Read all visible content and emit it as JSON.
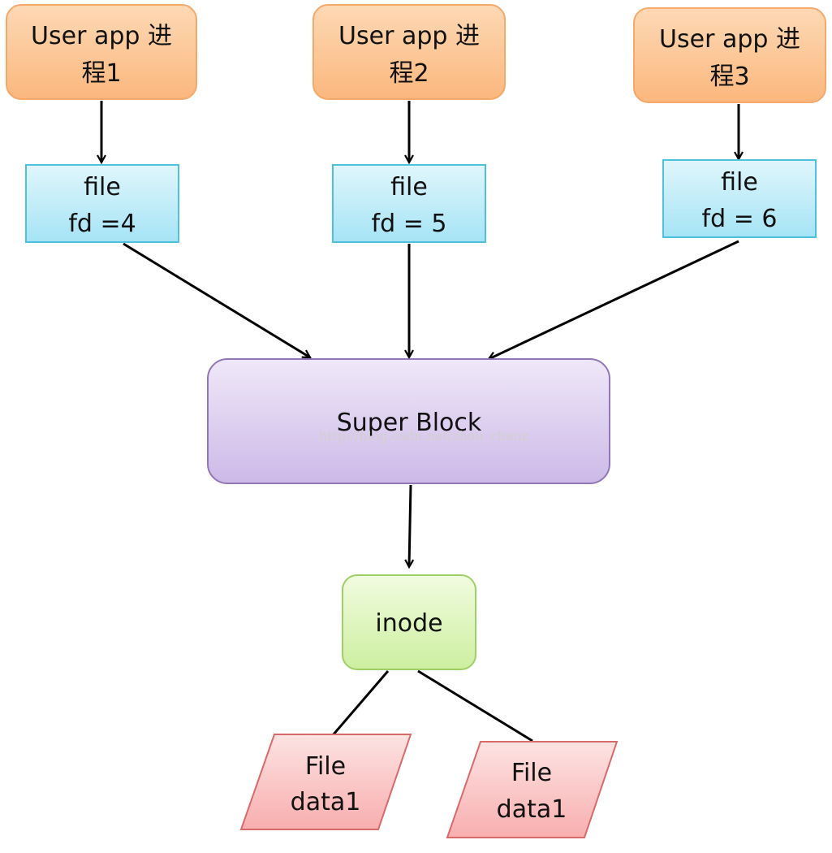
{
  "process_nodes": [
    {
      "line1": "User app 进",
      "line2": "程1"
    },
    {
      "line1": "User app 进",
      "line2": "程2"
    },
    {
      "line1": "User app 进",
      "line2": "程3"
    }
  ],
  "file_nodes": [
    {
      "line1": "file",
      "line2": "fd =4"
    },
    {
      "line1": "file",
      "line2": "fd = 5"
    },
    {
      "line1": "file",
      "line2": "fd = 6"
    }
  ],
  "superblock": {
    "label": "Super Block"
  },
  "watermark": "http://blog.csdn.net/zhou_chenz",
  "inode": {
    "label": "inode"
  },
  "data_nodes": [
    {
      "line1": "File",
      "line2": "data1"
    },
    {
      "line1": "File",
      "line2": "data1"
    }
  ],
  "colors": {
    "process_fill": "#FBC08D",
    "process_stroke": "#F4A96A",
    "file_fill": "#B7EBF7",
    "file_stroke": "#4FC0DE",
    "superblock_fill": "#DBCDEF",
    "superblock_stroke": "#9177B8",
    "inode_fill": "#DDF5B8",
    "inode_stroke": "#9ED165",
    "data_fill": "#FBC4C4",
    "data_stroke": "#D96A6A",
    "connector": "#000000"
  }
}
